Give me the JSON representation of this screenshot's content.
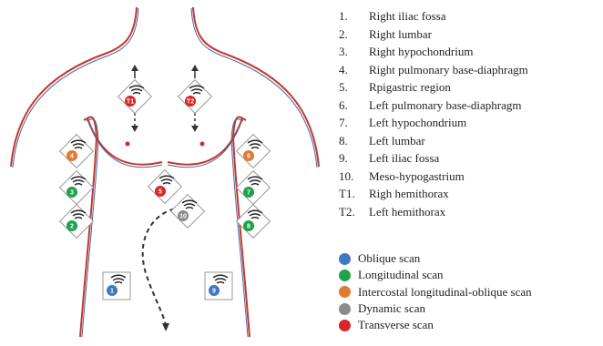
{
  "legend": [
    {
      "num": "1.",
      "text": "Right iliac fossa"
    },
    {
      "num": "2.",
      "text": "Right lumbar"
    },
    {
      "num": "3.",
      "text": "Right hypochondrium"
    },
    {
      "num": "4.",
      "text": "Right pulmonary base-diaphragm"
    },
    {
      "num": "5.",
      "text": "Rpigastric region"
    },
    {
      "num": "6.",
      "text": "Left pulmonary base-diaphragm"
    },
    {
      "num": "7.",
      "text": "Left hypochondrium"
    },
    {
      "num": "8.",
      "text": "Left lumbar"
    },
    {
      "num": "9.",
      "text": "Left iliac fossa"
    },
    {
      "num": "10.",
      "text": "Meso-hypogastrium"
    },
    {
      "num": "T1.",
      "text": "Righ hemithorax"
    },
    {
      "num": "T2.",
      "text": "Left hemithorax"
    }
  ],
  "scan_types": [
    {
      "label": "Oblique scan",
      "color": "#3d78c0"
    },
    {
      "label": "Longitudinal scan",
      "color": "#1fa34a"
    },
    {
      "label": "Intercostal longitudinal-oblique scan",
      "color": "#e27a31"
    },
    {
      "label": "Dynamic scan",
      "color": "#8a8a8a"
    },
    {
      "label": "Transverse scan",
      "color": "#d62828"
    }
  ],
  "markers": [
    {
      "id": "T1",
      "label": "T1",
      "color": "#d62828",
      "icon": "probe-waves-icon"
    },
    {
      "id": "T2",
      "label": "T2",
      "color": "#d62828",
      "icon": "probe-waves-icon"
    },
    {
      "id": "4",
      "label": "4",
      "color": "#e27a31",
      "icon": "probe-waves-icon"
    },
    {
      "id": "3",
      "label": "3",
      "color": "#1fa34a",
      "icon": "probe-waves-icon"
    },
    {
      "id": "2",
      "label": "2",
      "color": "#1fa34a",
      "icon": "probe-waves-icon"
    },
    {
      "id": "5",
      "label": "5",
      "color": "#d62828",
      "icon": "probe-waves-icon"
    },
    {
      "id": "10",
      "label": "10",
      "color": "#8a8a8a",
      "icon": "probe-waves-icon"
    },
    {
      "id": "6",
      "label": "6",
      "color": "#e27a31",
      "icon": "probe-waves-icon"
    },
    {
      "id": "7",
      "label": "7",
      "color": "#1fa34a",
      "icon": "probe-waves-icon"
    },
    {
      "id": "8",
      "label": "8",
      "color": "#1fa34a",
      "icon": "probe-waves-icon"
    },
    {
      "id": "1",
      "label": "1",
      "color": "#3d78c0",
      "icon": "probe-waves-icon"
    },
    {
      "id": "9",
      "label": "9",
      "color": "#3d78c0",
      "icon": "probe-waves-icon"
    }
  ],
  "colors": {
    "outline_red": "#c0392b",
    "outline_blue": "#4a5fa8",
    "arrow": "#333333"
  }
}
